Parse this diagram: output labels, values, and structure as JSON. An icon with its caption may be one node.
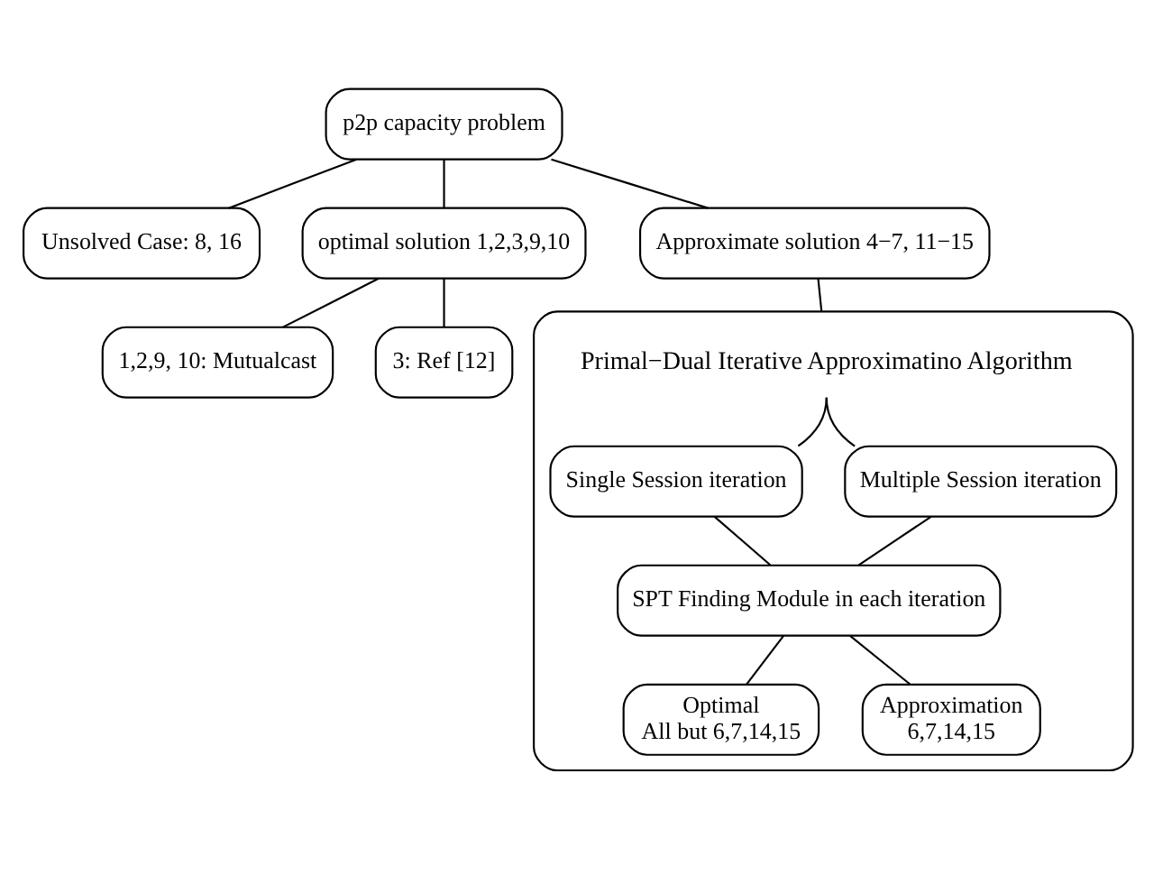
{
  "diagram": {
    "nodes": [
      {
        "text": [
          "p2p capacity problem"
        ]
      },
      {
        "text": [
          "Unsolved Case: 8, 16"
        ]
      },
      {
        "text": [
          "optimal solution 1,2,3,9,10"
        ]
      },
      {
        "text": [
          "Approximate solution 4−7, 11−15"
        ]
      },
      {
        "text": [
          "1,2,9, 10: Mutualcast"
        ]
      },
      {
        "text": [
          "3: Ref [12]"
        ]
      },
      {
        "text": [
          "Primal−Dual Iterative Approximatino Algorithm"
        ]
      },
      {
        "text": [
          "Single Session iteration"
        ],
        "in": 6
      },
      {
        "text": [
          "Multiple Session iteration"
        ],
        "in": 6
      },
      {
        "text": [
          "SPT Finding Module in each iteration"
        ],
        "in": 6
      },
      {
        "text": [
          "Optimal",
          "All but 6,7,14,15"
        ],
        "in": 6
      },
      {
        "text": [
          "Approximation",
          "6,7,14,15"
        ],
        "in": 6
      }
    ],
    "edges": [
      {
        "from": 0,
        "to": 1,
        "arrow": "none"
      },
      {
        "from": 0,
        "to": 2,
        "arrow": "none"
      },
      {
        "from": 0,
        "to": 3,
        "arrow": "none"
      },
      {
        "from": 2,
        "to": 4,
        "arrow": "none"
      },
      {
        "from": 2,
        "to": 5,
        "arrow": "none"
      },
      {
        "from": 3,
        "to": 6,
        "arrow": "none"
      },
      {
        "from": 6,
        "to": 7,
        "arrow": "none"
      },
      {
        "from": 6,
        "to": 8,
        "arrow": "none"
      },
      {
        "from": 7,
        "to": 9,
        "arrow": "none"
      },
      {
        "from": 8,
        "to": 9,
        "arrow": "none"
      },
      {
        "from": 9,
        "to": 10,
        "arrow": "none"
      },
      {
        "from": 9,
        "to": 11,
        "arrow": "none"
      }
    ]
  }
}
